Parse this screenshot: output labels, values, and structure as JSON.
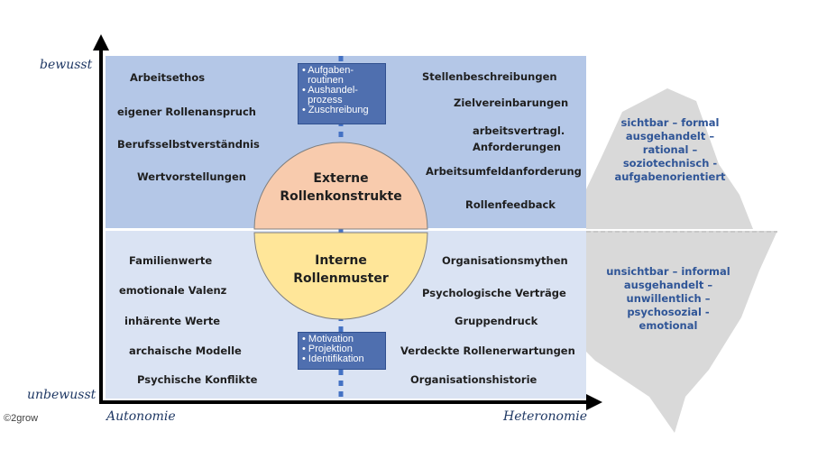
{
  "axis": {
    "y_top": "bewusst",
    "y_bottom": "unbewusst",
    "x_left": "Autonomie",
    "x_right": "Heteronomie"
  },
  "copyright": "©2grow",
  "top_left": [
    "Arbeitsethos",
    "eigener Rollenanspruch",
    "Berufsselbstverständnis",
    "Wertvorstellungen"
  ],
  "top_right": [
    "Stellenbeschreibungen",
    "Zielvereinbarungen",
    "arbeitsvertragl.",
    "Anforderungen",
    "Arbeitsumfeldanforderung",
    "Rollenfeedback"
  ],
  "bottom_left": [
    "Familienwerte",
    "emotionale Valenz",
    "inhärente Werte",
    "archaische Modelle",
    "Psychische Konflikte"
  ],
  "bottom_right": [
    "Organisationsmythen",
    "Psychologische Verträge",
    "Gruppendruck",
    "Verdeckte Rollenerwartungen",
    "Organisationshistorie"
  ],
  "box_top": [
    "• Aufgaben-",
    "  routinen",
    "• Aushandel-",
    "  prozess",
    "• Zuschreibung"
  ],
  "box_bottom": [
    "• Motivation",
    "• Projektion",
    "• Identifikation"
  ],
  "circle_top": [
    "Externe",
    "Rollenkonstrukte"
  ],
  "circle_bottom": [
    "Interne",
    "Rollenmuster"
  ],
  "iceberg_top": [
    "sichtbar – formal",
    "ausgehandelt –",
    "rational –",
    "soziotechnisch -",
    "aufgabenorientiert"
  ],
  "iceberg_bottom": [
    "unsichtbar – informal",
    "ausgehandelt –",
    "unwillentlich –",
    "psychosozial -",
    "emotional"
  ],
  "colors": {
    "top_quadrant": "#b4c7e7",
    "bottom_quadrant": "#dae3f3",
    "circle_top": "#f8cbad",
    "circle_bottom": "#ffe699",
    "box": "#4f6faf",
    "iceberg": "#d9d9d9",
    "blue_text": "#2f5597",
    "axis": "#000000"
  }
}
